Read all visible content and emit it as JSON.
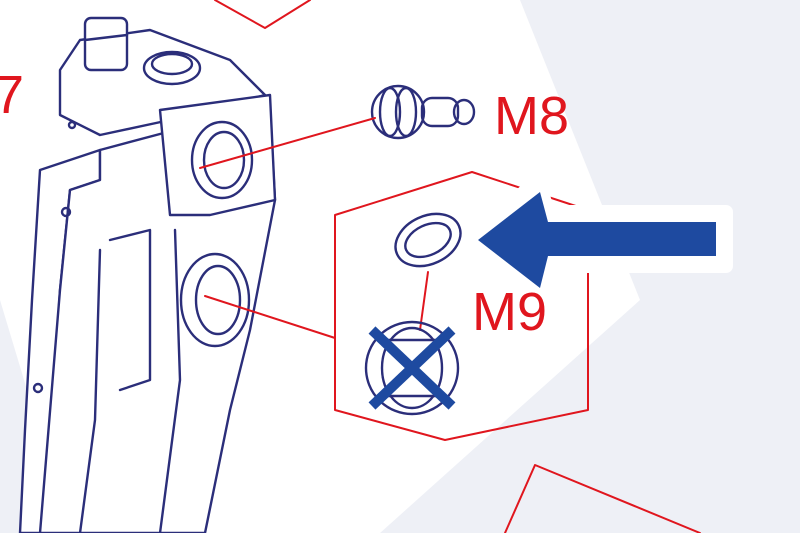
{
  "labels": {
    "m7_partial": "7",
    "m8": "M8",
    "m9": "M9"
  },
  "colors": {
    "background": "#ffffff",
    "background_tint": "#eef0f6",
    "outline": "#2b2e7a",
    "callout": "#e0161e",
    "arrow": "#1e4aa0",
    "cross": "#1e4aa0"
  },
  "icons": {
    "arrow": "left-arrow-icon",
    "cross": "cross-mark-icon"
  }
}
